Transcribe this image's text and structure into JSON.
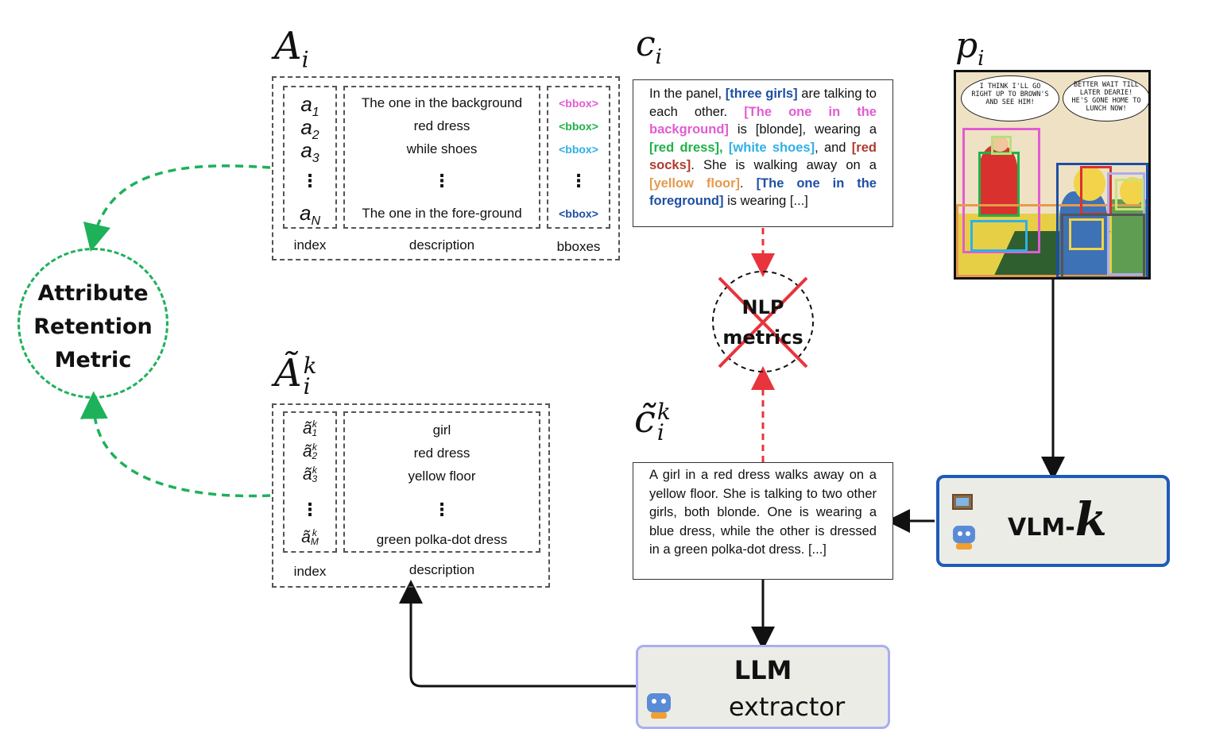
{
  "attribute_metric": {
    "line1": "Attribute",
    "line2": "Retention",
    "line3": "Metric"
  },
  "A": {
    "title_base": "A",
    "title_sub": "i",
    "index_rows": [
      {
        "base": "a",
        "sub": "1"
      },
      {
        "base": "a",
        "sub": "2"
      },
      {
        "base": "a",
        "sub": "3"
      },
      {
        "base": "a",
        "sub": "N"
      }
    ],
    "descriptions": [
      "The one in the background",
      "red dress",
      "while shoes",
      "The one in the fore-ground"
    ],
    "bboxes": [
      {
        "label": "<bbox>",
        "color": "#e25bd3"
      },
      {
        "label": "<bbox>",
        "color": "#1fb24a"
      },
      {
        "label": "<bbox>",
        "color": "#2fb0e6"
      },
      {
        "label": "<bbox>",
        "color": "#1e4fa3"
      }
    ],
    "vdots": "⋮",
    "captions": {
      "index": "index",
      "description": "description",
      "bboxes": "bboxes"
    }
  },
  "A_tilde": {
    "title_base": "Ã",
    "title_sub": "i",
    "title_sup": "k",
    "index_rows": [
      {
        "base": "ã",
        "sub": "1",
        "sup": "k"
      },
      {
        "base": "ã",
        "sub": "2",
        "sup": "k"
      },
      {
        "base": "ã",
        "sub": "3",
        "sup": "k"
      },
      {
        "base": "ã",
        "sub": "M",
        "sup": "k"
      }
    ],
    "descriptions": [
      "girl",
      "red dress",
      "yellow floor",
      "green polka-dot dress"
    ],
    "vdots": "⋮",
    "captions": {
      "index": "index",
      "description": "description"
    }
  },
  "c": {
    "title_base": "c",
    "title_sub": "i",
    "segments": [
      {
        "text": "In the panel, ",
        "color": ""
      },
      {
        "text": "[three girls]",
        "color": "#1e4fa3"
      },
      {
        "text": " are talking to each other. ",
        "color": ""
      },
      {
        "text": "[The one in the background]",
        "color": "#e25bd3"
      },
      {
        "text": " is [blonde], wearing a ",
        "color": ""
      },
      {
        "text": "[red dress],",
        "color": "#1fb24a"
      },
      {
        "text": " ",
        "color": ""
      },
      {
        "text": "[white shoes]",
        "color": "#2fb0e6"
      },
      {
        "text": ", and ",
        "color": ""
      },
      {
        "text": "[red socks]",
        "color": "#b03a2e"
      },
      {
        "text": ". She is walking away on a ",
        "color": ""
      },
      {
        "text": "[yellow floor]",
        "color": "#e59a4d"
      },
      {
        "text": ". ",
        "color": ""
      },
      {
        "text": "[The one in the foreground]",
        "color": "#1e4fa3"
      },
      {
        "text": " is wearing [...]",
        "color": ""
      }
    ]
  },
  "c_tilde": {
    "title_base": "c̃",
    "title_sub": "i",
    "title_sup": "k",
    "text": "A girl in a red dress walks away on a yellow floor. She is talking to two other girls, both blonde. One is wearing a blue dress, while the other is dressed in a green polka-dot dress. [...]"
  },
  "nlp": {
    "line1": "NLP",
    "line2": "metrics"
  },
  "p": {
    "title_base": "p",
    "title_sub": "i"
  },
  "comic": {
    "bubble_left": "I THINK I'LL GO RIGHT UP TO BROWN'S AND SEE HIM!",
    "bubble_right": "BETTER WAIT TILL LATER DEARIE! HE'S GONE HOME TO LUNCH NOW!"
  },
  "vlm": {
    "label": "VLM-",
    "k": "k",
    "frame_icon": "framed-picture-icon",
    "robot_icon": "robot-icon"
  },
  "llm": {
    "title": "LLM",
    "subtitle": "extractor",
    "robot_icon": "robot-icon"
  },
  "colors": {
    "green_dashed": "#1db15a",
    "red_dashed": "#e8343c",
    "vlm_border": "#1e5bb8",
    "llm_border": "#a9aef0",
    "box_fill": "#ecece6"
  }
}
